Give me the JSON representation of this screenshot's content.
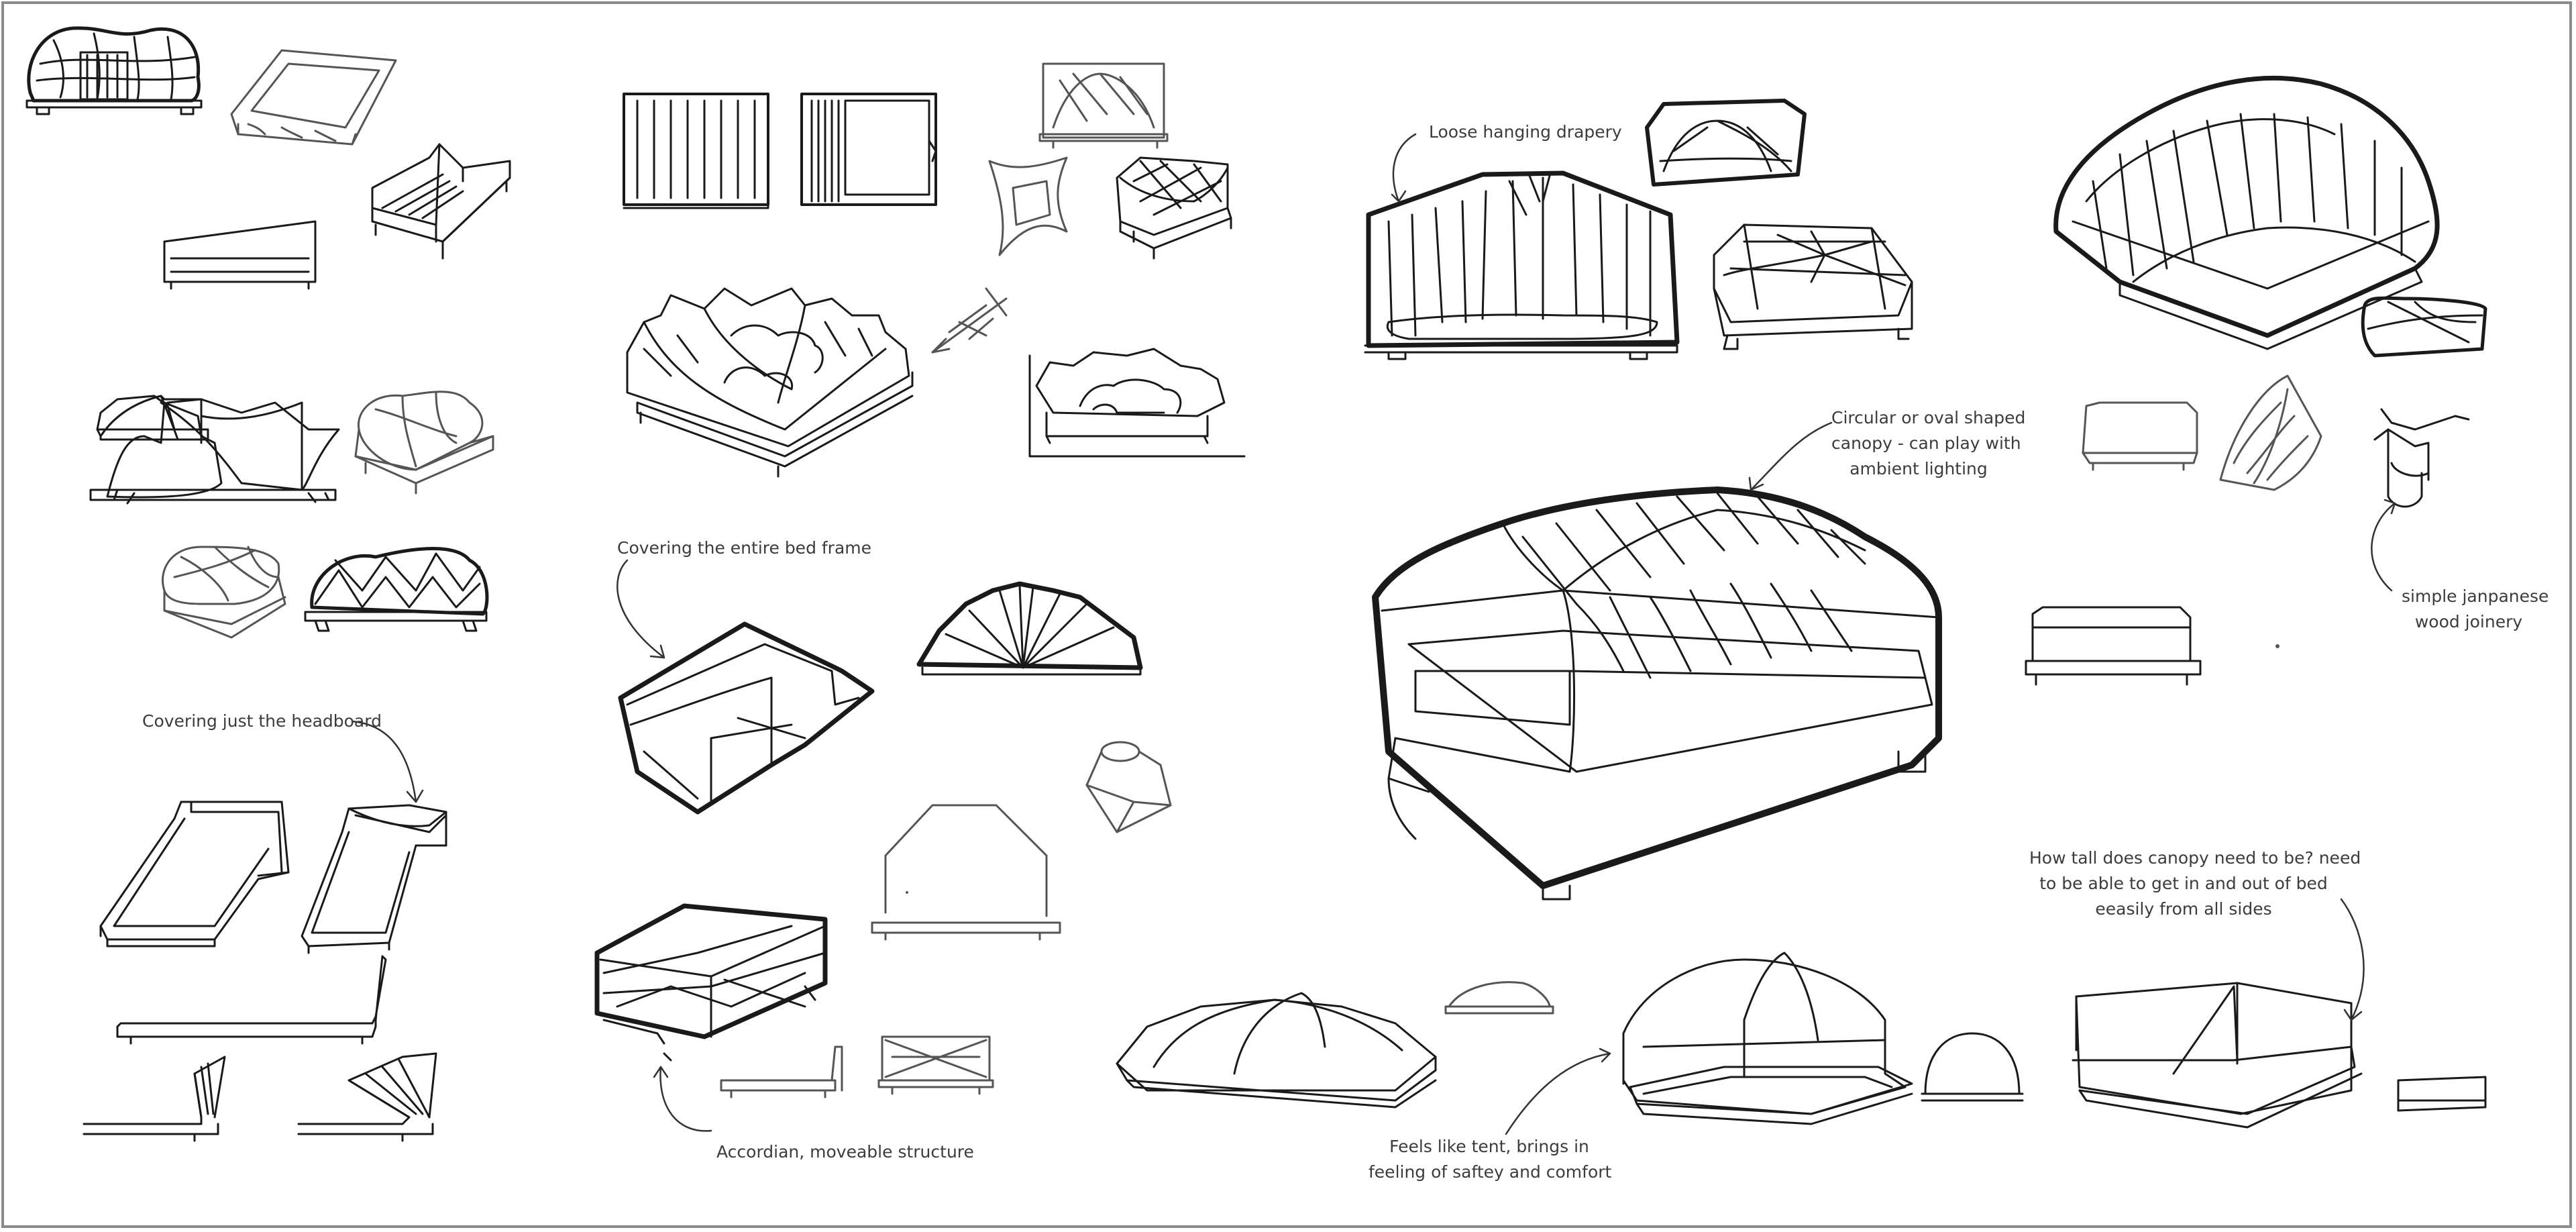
{
  "sheet": {
    "annotations": {
      "loose_drapery": "Loose hanging drapery",
      "covering_bed_frame": "Covering the entire bed frame",
      "covering_headboard": "Covering just the headboard",
      "accordion": "Accordian, moveable structure",
      "circular_canopy": [
        "Circular or oval shaped",
        "canopy - can play with",
        "ambient lighting"
      ],
      "joinery": [
        "simple janpanese",
        "wood joinery"
      ],
      "canopy_height": [
        "How tall does canopy need to be? need",
        "to be able to get in and out of bed",
        "eeasily from all sides"
      ],
      "tent_feeling": [
        "Feels like tent, brings in",
        "feeling of saftey and comfort"
      ]
    }
  },
  "colors": {
    "ink": "#1a1a1a",
    "light_ink": "#6a6a6a",
    "border": "#8a8a8a"
  }
}
